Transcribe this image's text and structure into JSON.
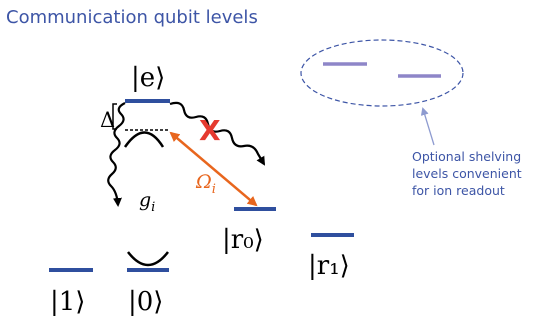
{
  "title": "Communication qubit levels",
  "state_labels": {
    "excited": "|e⟩",
    "one": "|1⟩",
    "zero": "|0⟩",
    "r0": "|r₀⟩",
    "r1": "|r₁⟩"
  },
  "detuning_label": "Δ",
  "decay_label": "g",
  "decay_subscript": "i",
  "rabi_label": "Ω",
  "rabi_subscript": "i",
  "blocked_mark": "X",
  "shelving_note": [
    "Optional shelving",
    "levels convenient",
    "for ion readout"
  ],
  "colors": {
    "title": "#3d55a6",
    "level": "#2f4f9e",
    "shelving_level": "#8e86c8",
    "rabi_arrow": "#e8661e",
    "blocked_mark": "#e53a2f",
    "ellipse": "#3d55a6"
  }
}
